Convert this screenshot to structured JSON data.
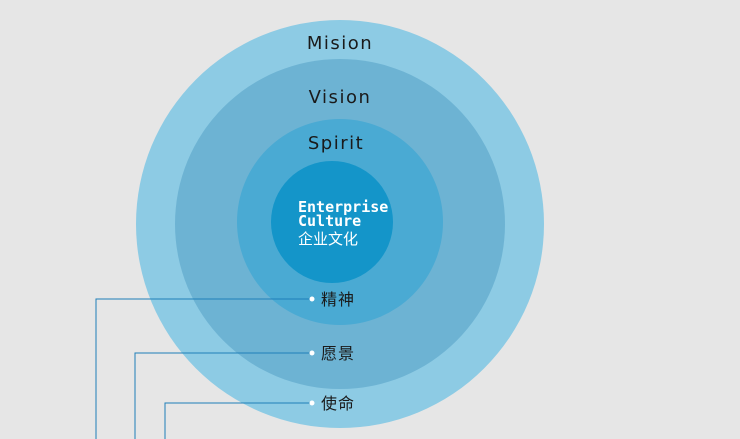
{
  "rings": {
    "outer": {
      "label": "Mision",
      "color": "#8dcbe4"
    },
    "second": {
      "label": "Vision",
      "color": "#6db3d3"
    },
    "third": {
      "label": "Spirit",
      "color": "#4aaad3"
    },
    "core": {
      "color": "#1495c9"
    }
  },
  "center": {
    "line1": "Enterprise",
    "line2": "Culture",
    "line3": "企业文化"
  },
  "cn_labels": {
    "spirit": "精神",
    "vision": "愿景",
    "mission": "使命"
  },
  "colors": {
    "background": "#e6e6e6",
    "leader": "#1f7fb8"
  }
}
